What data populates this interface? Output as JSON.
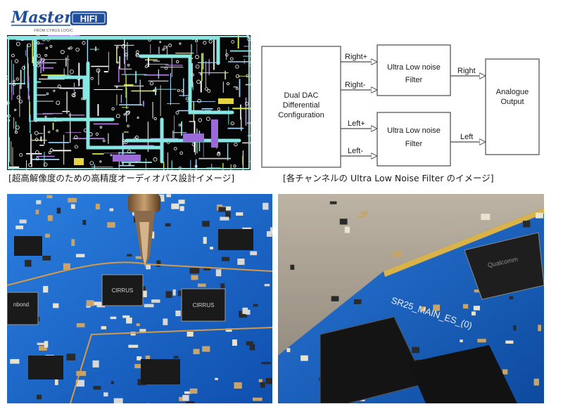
{
  "logo": {
    "brand": "Master",
    "badge": "HIFI",
    "tagline": "FROM CYRUS LOGIC"
  },
  "diagram": {
    "dac_block": [
      "Dual DAC",
      "Differential",
      "Configuration"
    ],
    "filter_block_top": [
      "Ultra Low noise",
      "Filter"
    ],
    "filter_block_bottom": [
      "Ultra Low noise",
      "Filter"
    ],
    "output_block": [
      "Analogue",
      "Output"
    ],
    "signal_right_plus": "Right+",
    "signal_right_minus": "Right-",
    "signal_left_plus": "Left+",
    "signal_left_minus": "Left-",
    "signal_right_out": "Right",
    "signal_left_out": "Left"
  },
  "captions": {
    "left": "[超高解像度のための高精度オーディオパス設計イメージ]",
    "right": "[各チャンネルの Ultra Low Noise Filter のイメージ]"
  },
  "photo_left": {
    "chip_label_1": "CIRRUS",
    "chip_label_2": "CIRRUS",
    "chip_label_3": "nbond"
  },
  "photo_right": {
    "board_label": "SR25_MAIN_ES_(0)",
    "chip_label": "Qualcomm"
  },
  "colors": {
    "logo_blue": "#1f4f9a",
    "diagram_line": "#4a4a4a",
    "pcb_background": "#050505",
    "pcb_trace_cyan": "#7fe3e0",
    "board_blue": "#1a66c8"
  }
}
